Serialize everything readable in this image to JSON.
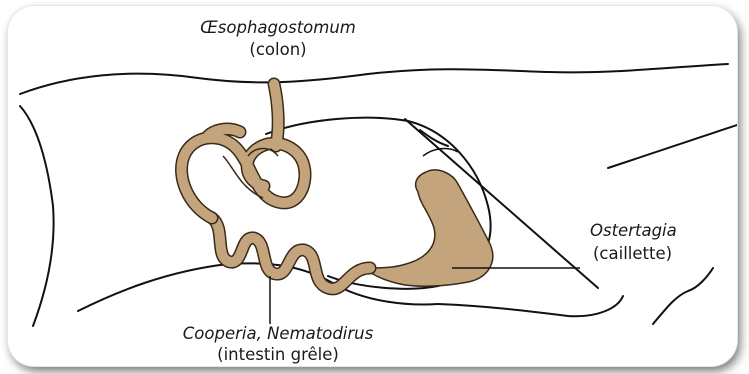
{
  "labels": {
    "oesophagostomum": {
      "name": "Œsophagostomum",
      "organ": "(colon)"
    },
    "ostertagia": {
      "name": "Ostertagia",
      "organ": "(caillette)"
    },
    "cooperia": {
      "name": "Cooperia, Nematodirus",
      "organ": "(intestin grêle)"
    }
  },
  "colors": {
    "outline": "#111111",
    "organ_fill": "#c4a47c",
    "organ_stroke": "#3a2a18"
  }
}
